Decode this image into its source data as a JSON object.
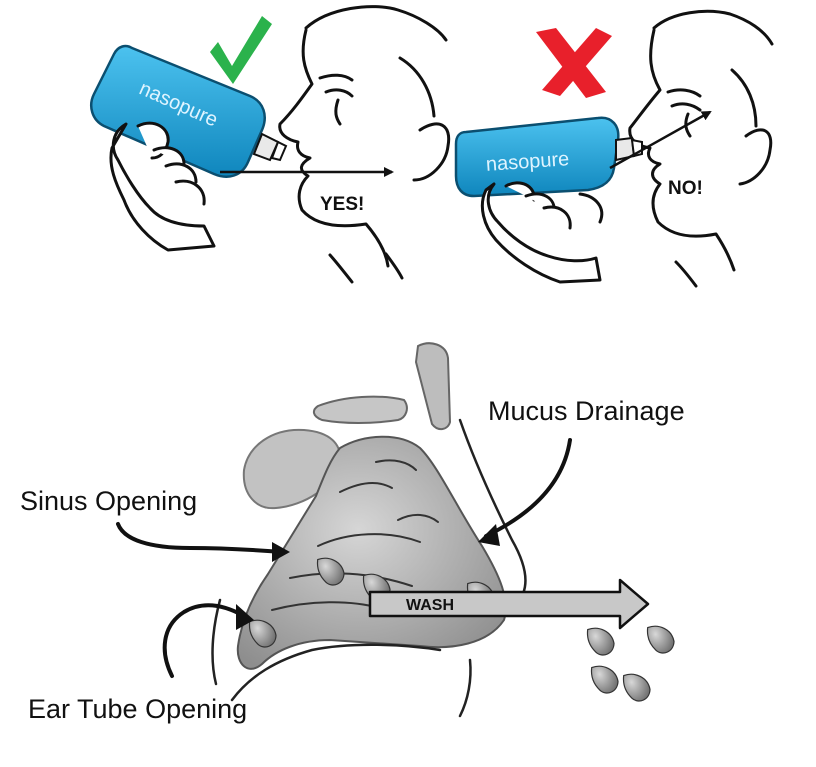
{
  "panels": {
    "correct": {
      "mark_icon": "check-icon",
      "mark_color": "#2bb24c",
      "bottle_brand": "nasopure",
      "arrow_label": "YES!"
    },
    "incorrect": {
      "mark_icon": "x-icon",
      "mark_color": "#e8202b",
      "bottle_brand": "nasopure",
      "arrow_label": "NO!"
    }
  },
  "anatomy": {
    "labels": {
      "mucus_drainage": "Mucus Drainage",
      "sinus_opening": "Sinus Opening",
      "ear_tube_opening": "Ear Tube Opening",
      "wash": "WASH"
    }
  },
  "colors": {
    "bottle_blue": "#1aa3d9",
    "bottle_dark": "#0b6f9c",
    "tissue_gray": "#b9b9b9",
    "arrow_gray": "#c7c7c7",
    "ink": "#111111"
  }
}
